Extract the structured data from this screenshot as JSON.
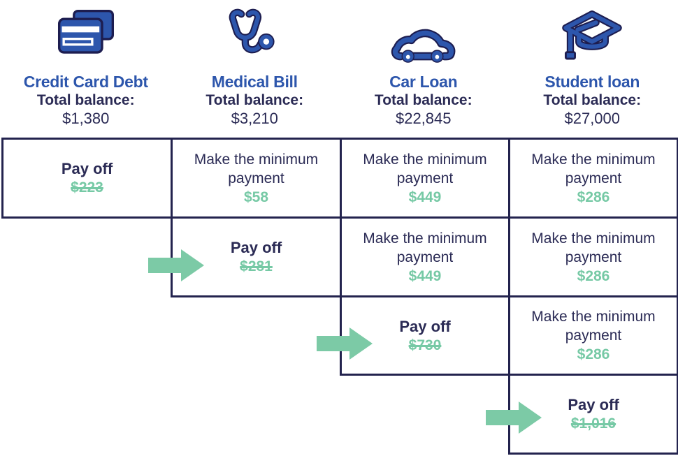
{
  "colors": {
    "heading_blue": "#2d56ac",
    "body_navy": "#2b2b55",
    "grid_border_navy": "#23234e",
    "amount_teal": "#76c9a5",
    "icon_outline_navy": "#1d1d50",
    "background": "#ffffff"
  },
  "columns": [
    {
      "icon": "credit-card-icon",
      "title": "Credit Card Debt",
      "balance_label": "Total balance:",
      "balance": "$1,380"
    },
    {
      "icon": "stethoscope-icon",
      "title": "Medical Bill",
      "balance_label": "Total balance:",
      "balance": "$3,210"
    },
    {
      "icon": "car-icon",
      "title": "Car Loan",
      "balance_label": "Total balance:",
      "balance": "$22,845"
    },
    {
      "icon": "graduation-cap-icon",
      "title": "Student loan",
      "balance_label": "Total balance:",
      "balance": "$27,000"
    }
  ],
  "grid": {
    "rows": [
      {
        "step": 1,
        "arrow": false,
        "cells": [
          {
            "debt": "Credit Card Debt",
            "action": "Pay off",
            "amount": "$223",
            "amount_struck": true
          },
          {
            "debt": "Medical Bill",
            "action": "Make the minimum payment",
            "amount": "$58",
            "amount_struck": false
          },
          {
            "debt": "Car Loan",
            "action": "Make the minimum payment",
            "amount": "$449",
            "amount_struck": false
          },
          {
            "debt": "Student loan",
            "action": "Make the minimum payment",
            "amount": "$286",
            "amount_struck": false
          }
        ]
      },
      {
        "step": 2,
        "arrow": true,
        "cells": [
          {
            "debt": "Medical Bill",
            "action": "Pay off",
            "amount": "$281",
            "amount_struck": true
          },
          {
            "debt": "Car Loan",
            "action": "Make the minimum payment",
            "amount": "$449",
            "amount_struck": false
          },
          {
            "debt": "Student loan",
            "action": "Make the minimum payment",
            "amount": "$286",
            "amount_struck": false
          }
        ]
      },
      {
        "step": 3,
        "arrow": true,
        "cells": [
          {
            "debt": "Car Loan",
            "action": "Pay off",
            "amount": "$730",
            "amount_struck": true
          },
          {
            "debt": "Student loan",
            "action": "Make the minimum payment",
            "amount": "$286",
            "amount_struck": false
          }
        ]
      },
      {
        "step": 4,
        "arrow": true,
        "cells": [
          {
            "debt": "Student loan",
            "action": "Pay off",
            "amount": "$1,016",
            "amount_struck": true
          }
        ]
      }
    ]
  }
}
